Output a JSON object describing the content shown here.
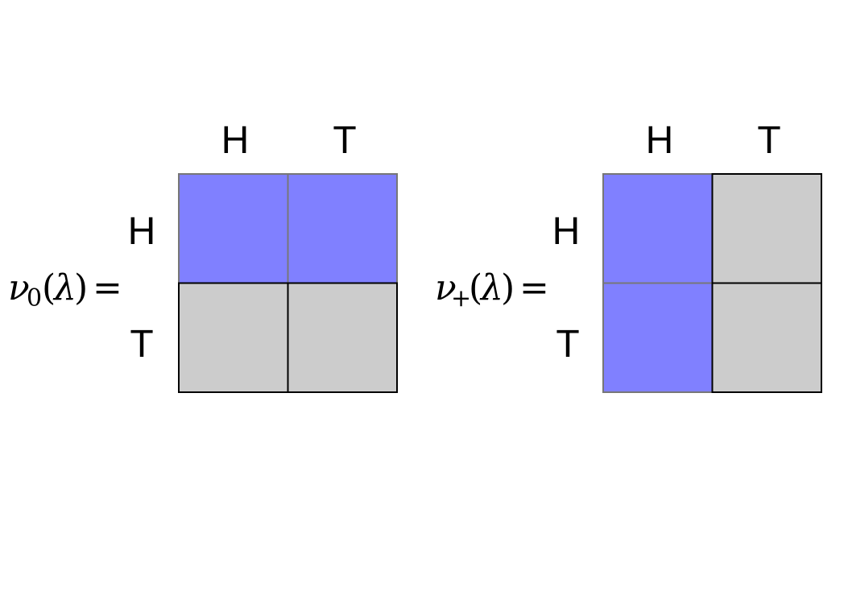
{
  "colors": {
    "on": "#8080ff",
    "off": "#cccccc",
    "border": "#000000",
    "border_soft": "#777777"
  },
  "panels": [
    {
      "name": "nu-zero",
      "lhs": {
        "symbol": "ν",
        "subscript": "0",
        "open": "(",
        "arg": "λ",
        "close": ")",
        "eq": "="
      },
      "col_headers": [
        "H",
        "T"
      ],
      "row_headers": [
        "H",
        "T"
      ],
      "cells": [
        [
          "on",
          "on"
        ],
        [
          "off",
          "off"
        ]
      ]
    },
    {
      "name": "nu-plus",
      "lhs": {
        "symbol": "ν",
        "subscript": "+",
        "open": "(",
        "arg": "λ",
        "close": ")",
        "eq": "="
      },
      "col_headers": [
        "H",
        "T"
      ],
      "row_headers": [
        "H",
        "T"
      ],
      "cells": [
        [
          "on",
          "off"
        ],
        [
          "on",
          "off"
        ]
      ]
    }
  ]
}
